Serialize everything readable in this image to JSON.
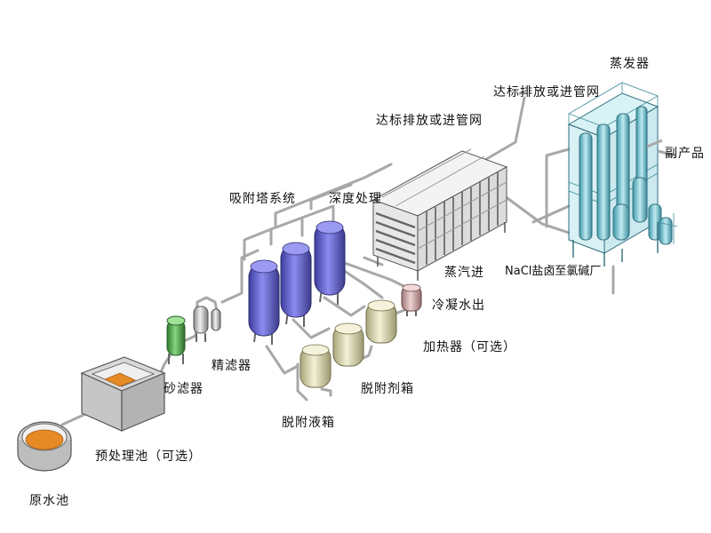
{
  "diagram": {
    "labels": {
      "raw_pool": "原水池",
      "pretreat_pool": "预处理池（可选）",
      "sand_filter": "砂滤器",
      "fine_filter": "精滤器",
      "adsorption_tower": "吸附塔系统",
      "deep_treatment": "深度处理",
      "discharge_1": "达标排放或进管网",
      "discharge_2": "达标排放或进管网",
      "evaporator": "蒸发器",
      "byproduct": "副产品",
      "nacl_brine": "NaCl盐卤至氯碱厂",
      "steam_in": "蒸汽进",
      "condensate_out": "冷凝水出",
      "heater": "加热器（可选）",
      "desorbent_tank": "脱附剂箱",
      "desorption_tank": "脱附液箱"
    },
    "colors": {
      "raw_liquid": "#e58a24",
      "adsorption_vessel": "#6f6fd6",
      "sand_filter": "#5fb85a",
      "tank_cream": "#e6e3bd",
      "heater_pink": "#d9b6b6",
      "evaporator": "#7ec7d6",
      "pipe": "#b0b0b0"
    }
  }
}
